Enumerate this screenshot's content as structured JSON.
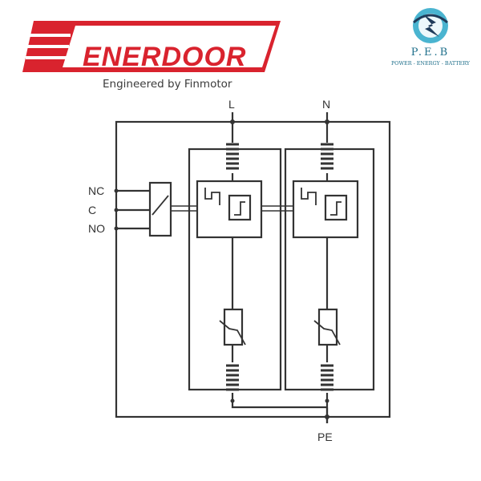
{
  "header": {
    "brand": "ENERDOOR",
    "tagline": "Engineered by Finmotor",
    "peb_title": "P.E.B",
    "peb_subtitle": "POWER - ENERGY - BATTERY"
  },
  "diagram": {
    "terminals": {
      "line": "L",
      "neutral": "N",
      "earth": "PE",
      "relay_nc": "NC",
      "relay_c": "C",
      "relay_no": "NO"
    },
    "colors": {
      "line": "#333333",
      "brand_red": "#d9232e",
      "peb_blue": "#1f6f8b"
    }
  }
}
